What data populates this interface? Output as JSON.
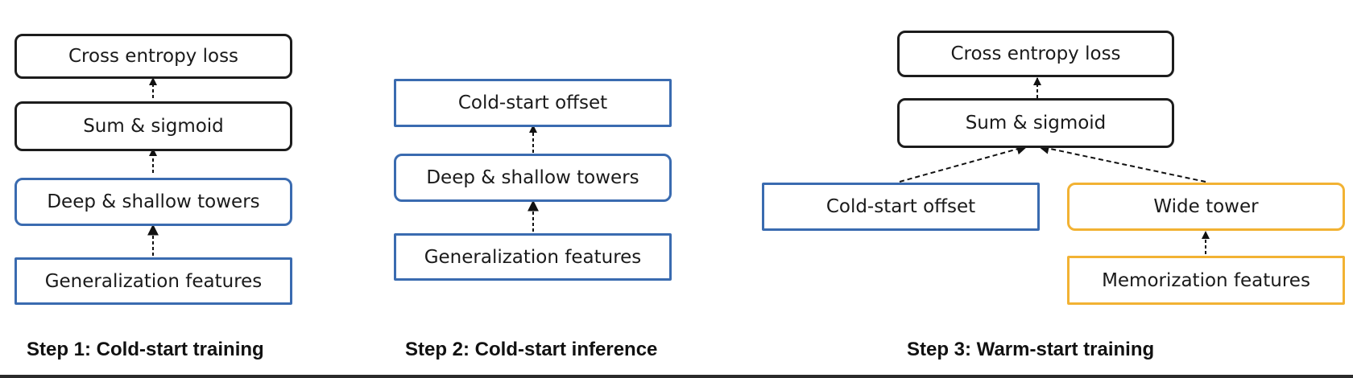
{
  "panels": [
    {
      "caption": "Step 1: Cold-start training",
      "boxes": [
        "Cross entropy loss",
        "Sum & sigmoid",
        "Deep & shallow towers",
        "Generalization features"
      ]
    },
    {
      "caption": "Step 2: Cold-start inference",
      "boxes": [
        "Cold-start offset",
        "Deep & shallow towers",
        "Generalization features"
      ]
    },
    {
      "caption": "Step 3: Warm-start training",
      "boxes": [
        "Cross entropy loss",
        "Sum & sigmoid",
        "Cold-start offset",
        "Wide tower",
        "Memorization features"
      ]
    }
  ],
  "colors": {
    "black_border": "#1c1c1c",
    "blue_border": "#3a6bb0",
    "orange_border": "#f2b233",
    "arrow": "#111111"
  }
}
